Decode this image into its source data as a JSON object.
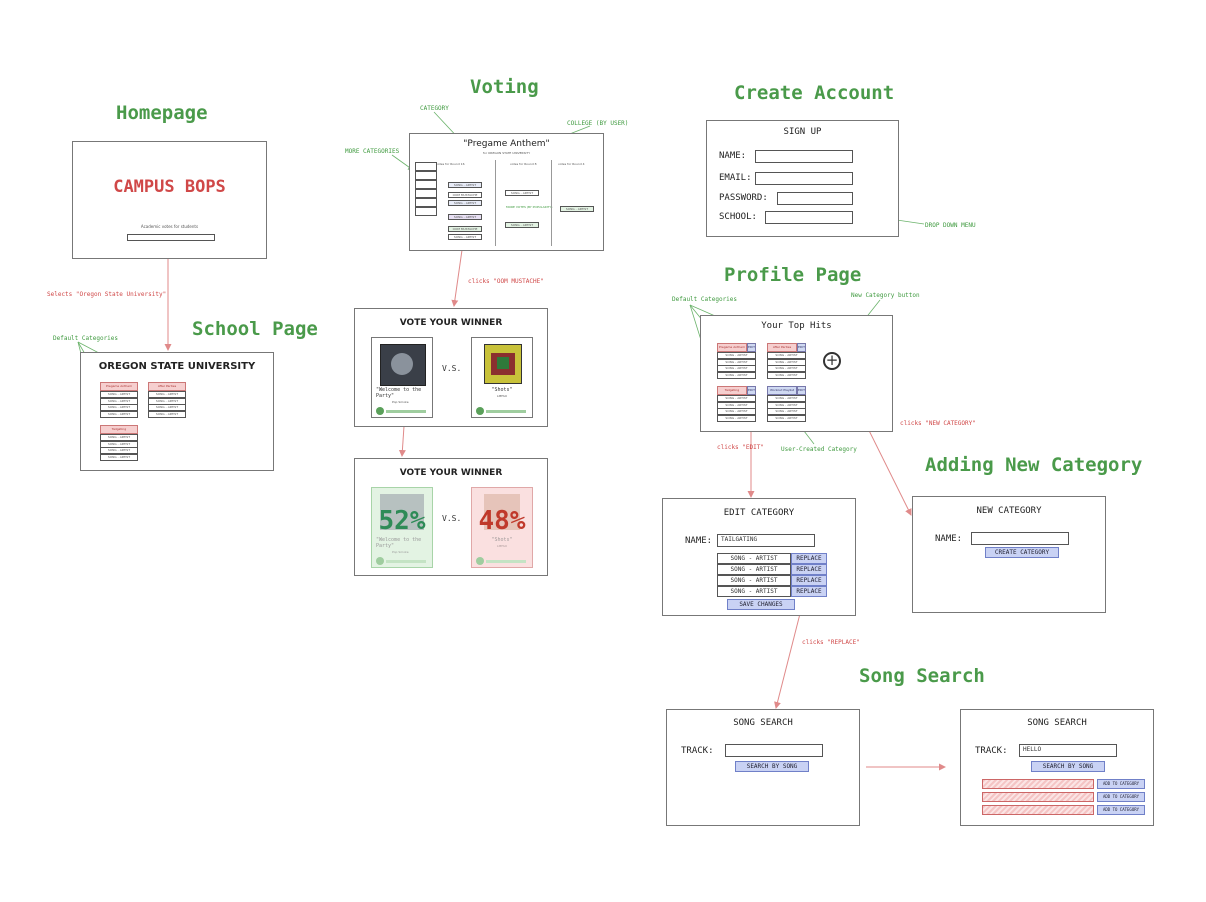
{
  "titles": {
    "homepage": "Homepage",
    "voting": "Voting",
    "create_account": "Create Account",
    "school_page": "School Page",
    "profile_page": "Profile Page",
    "adding_new_category": "Adding New Category",
    "song_search": "Song Search"
  },
  "homepage": {
    "logo": "CAMPUS BOPS",
    "tagline": "Academic votes for students"
  },
  "annotations": {
    "selects_osu": "Selects \"Oregon State University\"",
    "default_categories_school": "Default Categories",
    "category": "CATEGORY",
    "college_by_user": "COLLEGE (BY USER)",
    "more_categories": "MORE CATEGORIES",
    "click_song": "clicks \"OOM MUSTACHE\"",
    "drop_down_menu": "DROP DOWN MENU",
    "default_categories_profile": "Default Categories",
    "new_category_button": "New Category button",
    "clicks_new_category": "clicks \"NEW CATEGORY\"",
    "clicks_edit": "clicks \"EDIT\"",
    "user_created_category": "User-Created Category",
    "clicks_replace": "clicks \"REPLACE\""
  },
  "school": {
    "name": "OREGON STATE UNIVERSITY",
    "categories": [
      "Pregame Anthem",
      "After Parties",
      "Tailgating"
    ],
    "song_item": "SONG - ARTIST"
  },
  "voting": {
    "category_title": "\"Pregame Anthem\"",
    "college_line": "for OREGON STATE UNIVERSITY",
    "round_labels": [
      "votes for Round 16",
      "votes for Round 8",
      "votes for Round 4"
    ],
    "song_item": "SONG - ARTIST",
    "song_mid": "OOM MUSTACHE",
    "more_votes": "MORE VOTES (BY POPULARITY)"
  },
  "vote_winner": {
    "title": "VOTE YOUR WINNER",
    "vs": "V.S.",
    "left_song": "\"Welcome to the Party\"",
    "left_artist": "Pop Smoke",
    "right_song": "\"Shots\"",
    "right_artist": "LMFAO"
  },
  "vote_result": {
    "title": "VOTE YOUR WINNER",
    "vs": "V.S.",
    "left_pct": "52%",
    "right_pct": "48%",
    "left_song": "\"Welcome to the Party\"",
    "left_artist": "Pop Smoke",
    "right_song": "\"Shots\"",
    "right_artist": "LMFAO",
    "left_pct_value": 52,
    "right_pct_value": 48
  },
  "signup": {
    "title": "SIGN UP",
    "fields": [
      "NAME:",
      "EMAIL:",
      "PASSWORD:",
      "SCHOOL:"
    ]
  },
  "profile": {
    "title": "Your Top Hits",
    "categories": [
      "Pregame Anthem",
      "After Parties",
      "Tailgating",
      "Workout Playlist"
    ],
    "edit_label": "EDIT",
    "song_item": "SONG - ARTIST"
  },
  "edit_category": {
    "title": "EDIT CATEGORY",
    "name_label": "NAME:",
    "name_value": "TAILGATING",
    "songs": [
      "SONG - ARTIST",
      "SONG - ARTIST",
      "SONG - ARTIST",
      "SONG - ARTIST"
    ],
    "replace_label": "REPLACE",
    "save_label": "SAVE CHANGES"
  },
  "new_category": {
    "title": "NEW CATEGORY",
    "name_label": "NAME:",
    "button": "CREATE CATEGORY"
  },
  "song_search_1": {
    "title": "SONG SEARCH",
    "track_label": "TRACK:",
    "button": "SEARCH BY SONG"
  },
  "song_search_2": {
    "title": "SONG SEARCH",
    "track_label": "TRACK:",
    "track_value": "HELLO",
    "button": "SEARCH BY SONG",
    "add_label": "ADD TO CATEGORY"
  },
  "colors": {
    "title_green": "#4a9a4a",
    "logo_red": "#d04848",
    "button_blue": "#c9d2f4",
    "result_green": "#2e8b57",
    "result_red": "#c0392b"
  }
}
